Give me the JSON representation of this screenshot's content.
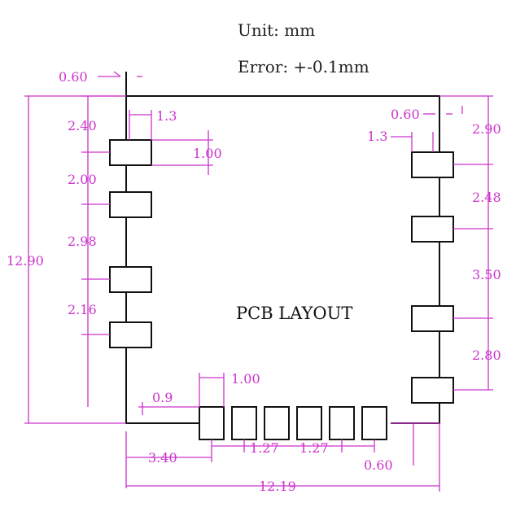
{
  "header": {
    "unit": "Unit: mm",
    "error": "Error: +-0.1mm"
  },
  "center_label": "PCB LAYOUT",
  "colors": {
    "dimension": "#cc33cc",
    "outline": "#111111"
  },
  "dims": {
    "left_top_offset": "0.60",
    "left_first_pad": "2.40",
    "left_pad_length": "1.3",
    "left_pad_width": "1.00",
    "left_pitch_1": "2.00",
    "left_pitch_2": "2.98",
    "left_pitch_3": "2.16",
    "overall_height": "12.90",
    "right_top_offset": "0.60",
    "right_pad_length": "1.3",
    "right_first_pad": "2.90",
    "right_pitch_1": "2.48",
    "right_pitch_2": "3.50",
    "right_pitch_3": "2.80",
    "bottom_pad_width": "1.00",
    "bottom_pad_length": "0.9",
    "bottom_offset": "3.40",
    "bottom_pitch_1": "1.27",
    "bottom_pitch_2": "1.27",
    "bottom_right_offset": "0.60",
    "overall_width": "12.19"
  }
}
